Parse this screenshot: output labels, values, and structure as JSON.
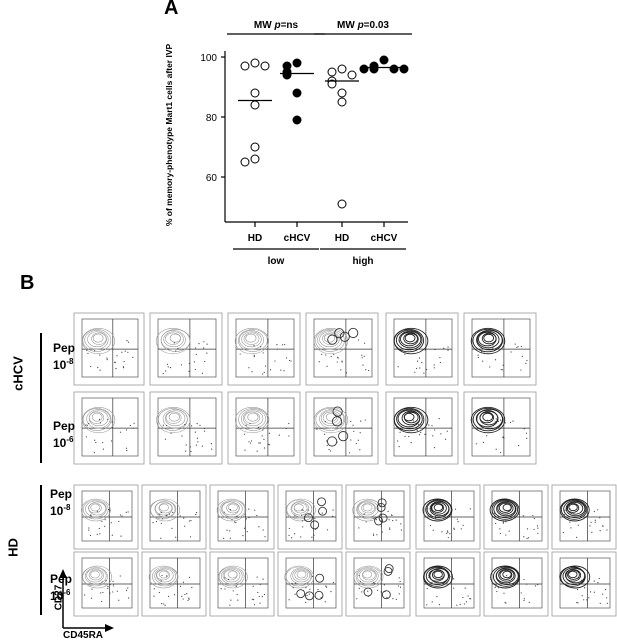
{
  "panel_a": {
    "letter": "A"
  },
  "panel_b": {
    "letter": "B"
  },
  "chart_data": {
    "type": "scatter",
    "ylabel": "% of memory-phenotype Mart1 cells after IVP",
    "ylim": [
      45,
      102
    ],
    "yticks": [
      60,
      80,
      100
    ],
    "categories": [
      "HD",
      "cHCV",
      "HD",
      "cHCV"
    ],
    "groups": [
      "low",
      "high"
    ],
    "comparisons": [
      {
        "prefix": "MW ",
        "stat": "p",
        "value": "=ns"
      },
      {
        "prefix": "MW ",
        "stat": "p",
        "value": "=0.03"
      }
    ],
    "series": [
      {
        "category_index": 0,
        "filled": false,
        "values": [
          98,
          97,
          97,
          88,
          84,
          70,
          66,
          65
        ],
        "median": 85.5
      },
      {
        "category_index": 1,
        "filled": true,
        "values": [
          98,
          97,
          95,
          94,
          88,
          79
        ],
        "median": 94.5
      },
      {
        "category_index": 2,
        "filled": false,
        "values": [
          96,
          95,
          94,
          92,
          91,
          88,
          85,
          51
        ],
        "median": 92
      },
      {
        "category_index": 3,
        "filled": true,
        "values": [
          99,
          97,
          96,
          96,
          96,
          96
        ],
        "median": 96.5
      }
    ]
  },
  "flow_panel": {
    "conditions": [
      {
        "line1": "Pep",
        "base": "10",
        "exp": "-8"
      },
      {
        "line1": "Pep",
        "base": "10",
        "exp": "-6"
      }
    ],
    "group_chcv": "cHCV",
    "group_hd": "HD",
    "x_axis_label": "CD45RA",
    "y_axis_label": "CD27"
  }
}
